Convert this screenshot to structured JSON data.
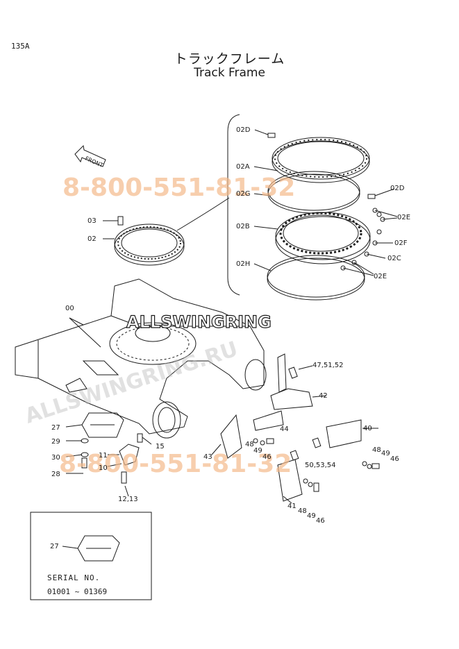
{
  "page_code": "135A",
  "title_ja": "トラックフレーム",
  "title_en": "Track Frame",
  "front_arrow": "FRONT",
  "watermarks": {
    "phone": "8-800-551-81-32",
    "brand": "ALLSWINGRING",
    "site": "ALLSWINGRING.RU"
  },
  "labels": {
    "l_02D_top": "02D",
    "l_02A": "02A",
    "l_02G": "02G",
    "l_02D_right": "02D",
    "l_02E_top": "02E",
    "l_02F": "02F",
    "l_02B": "02B",
    "l_02C": "02C",
    "l_02H": "02H",
    "l_02E_bottom": "02E",
    "l_03": "03",
    "l_02": "02",
    "l_00": "00",
    "l_47": "47,51,52",
    "l_42": "42",
    "l_44": "44",
    "l_40": "40",
    "l_27": "27",
    "l_29": "29",
    "l_30": "30",
    "l_28": "28",
    "l_15": "15",
    "l_11": "11",
    "l_10": "10",
    "l_1213": "12,13",
    "l_43": "43",
    "l_48a": "48",
    "l_49a": "49",
    "l_46a": "46",
    "l_50": "50,53,54",
    "l_48b": "48",
    "l_49b": "49",
    "l_46b": "46",
    "l_41": "41",
    "l_48c": "48",
    "l_49c": "49",
    "l_46c": "46",
    "l_27_inset": "27"
  },
  "serial_label": "SERIAL NO.",
  "serial_range": "01001 ~ 01369"
}
